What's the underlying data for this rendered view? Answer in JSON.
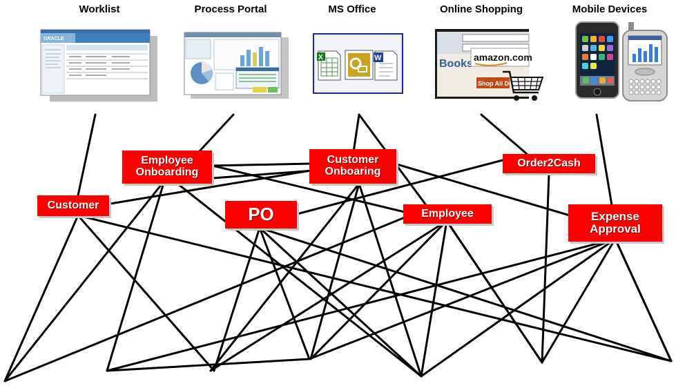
{
  "channels": [
    {
      "id": "worklist",
      "label": "Worklist"
    },
    {
      "id": "process-portal",
      "label": "Process Portal"
    },
    {
      "id": "ms-office",
      "label": "MS Office"
    },
    {
      "id": "online-shopping",
      "label": "Online Shopping"
    },
    {
      "id": "mobile-devices",
      "label": "Mobile Devices"
    }
  ],
  "thumbnails": {
    "worklist_logo": "ORACLE",
    "shopping_logo": "amazon.com",
    "shopping_banner": "Books",
    "shopping_cta": "Shop All De"
  },
  "processes": [
    {
      "id": "employee-onboarding",
      "label": "Employee\nOnboarding"
    },
    {
      "id": "customer-onboarding",
      "label": "Customer\nOnboaring"
    },
    {
      "id": "order2cash",
      "label": "Order2Cash"
    },
    {
      "id": "customer",
      "label": "Customer"
    },
    {
      "id": "po",
      "label": "PO"
    },
    {
      "id": "employee",
      "label": "Employee"
    },
    {
      "id": "expense-approval",
      "label": "Expense\nApproval"
    }
  ],
  "colors": {
    "node_fill": "#ff0000",
    "node_text": "#ffffff",
    "connector": "#000000"
  },
  "icons": [
    "worklist-screenshot-icon",
    "process-portal-screenshot-icon",
    "excel-icon",
    "outlook-icon",
    "word-icon",
    "amazon-screenshot-icon",
    "shopping-cart-icon",
    "iphone-icon",
    "palm-treo-icon"
  ]
}
